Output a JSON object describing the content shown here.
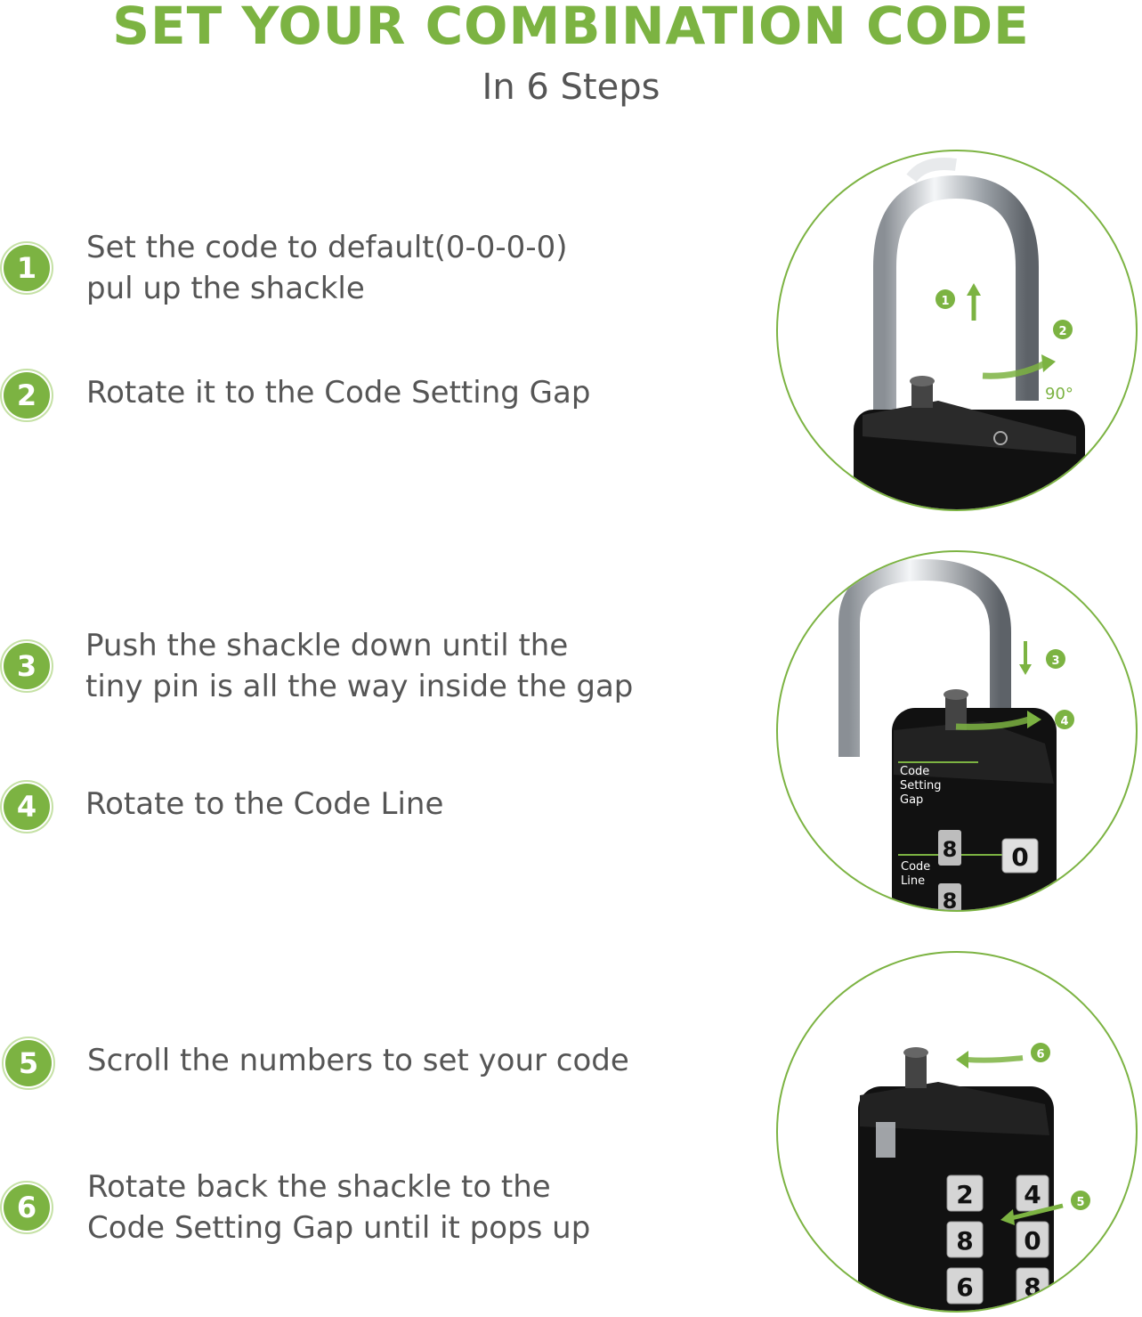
{
  "header": {
    "title": "SET YOUR COMBINATION CODE",
    "subtitle": "In 6 Steps"
  },
  "steps": [
    {
      "number": "1",
      "lines": [
        "Set the code to default(0-0-0-0)",
        "pul up the shackle"
      ]
    },
    {
      "number": "2",
      "lines": [
        "Rotate it to the Code Setting Gap"
      ]
    },
    {
      "number": "3",
      "lines": [
        "Push the shackle down until the",
        "tiny pin is all the way inside the gap"
      ]
    },
    {
      "number": "4",
      "lines": [
        "Rotate to the Code Line"
      ]
    },
    {
      "number": "5",
      "lines": [
        "Scroll the numbers to set your code"
      ]
    },
    {
      "number": "6",
      "lines": [
        "Rotate back the shackle to the",
        "Code Setting Gap until it pops up"
      ]
    }
  ],
  "illustrations": {
    "circle1": {
      "markers": [
        "1",
        "2"
      ],
      "angle_label": "90°"
    },
    "circle2": {
      "markers": [
        "3",
        "4"
      ],
      "gap_label": [
        "Code",
        "Setting",
        "Gap"
      ],
      "line_label": [
        "Code",
        "Line"
      ],
      "dial_digit": "0",
      "side_digits": [
        "8",
        "8"
      ]
    },
    "circle3": {
      "markers": [
        "6",
        "5"
      ],
      "dial_digits": [
        [
          "2",
          "4"
        ],
        [
          "8",
          "0"
        ],
        [
          "6",
          "8"
        ]
      ]
    }
  },
  "colors": {
    "accent": "#7cb342",
    "text": "#555555",
    "lock_body": "#111111",
    "shackle": "#c8ccd0"
  }
}
